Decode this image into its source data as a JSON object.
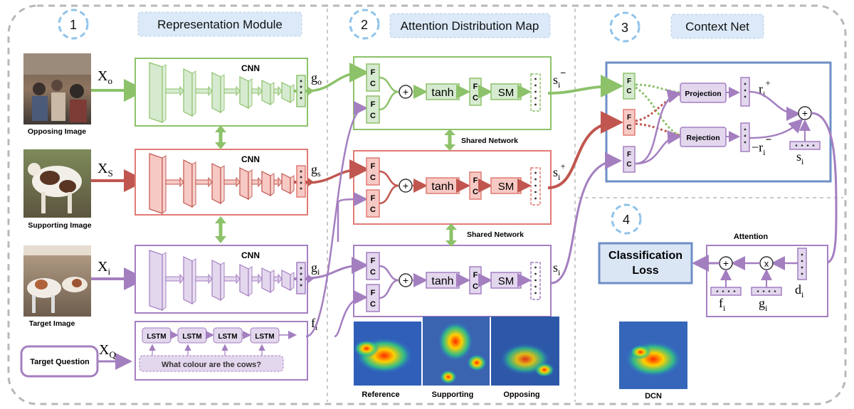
{
  "sections": [
    {
      "number": "1",
      "title": "Representation Module"
    },
    {
      "number": "2",
      "title": "Attention Distribution Map"
    },
    {
      "number": "3",
      "title": "Context Net"
    },
    {
      "number": "4",
      "title": ""
    }
  ],
  "images": {
    "opposing_caption": "Opposing  Image",
    "supporting_caption": "Supporting Image",
    "target_caption": "Target Image"
  },
  "representation": {
    "cnn_label": "CNN",
    "lstm_label": "LSTM",
    "question_label": "Target Question",
    "question_text": "What colour are the cows?"
  },
  "symbols": {
    "x_o_base": "X",
    "x_o_sub": "o",
    "x_s_base": "X",
    "x_s_sub": "S",
    "x_i_base": "X",
    "x_i_sub": "i",
    "x_q_base": "X",
    "x_q_sub": "Q",
    "g_o_base": "g",
    "g_o_sub": "o",
    "g_s_base": "g",
    "g_s_sub": "s",
    "g_i_base": "g",
    "g_i_sub": "i",
    "f_i_base": "f",
    "f_i_sub": "i",
    "s_minus_base": "s",
    "s_minus_sub": "i",
    "s_minus_sup": "−",
    "s_plus_base": "s",
    "s_plus_sub": "i",
    "s_plus_sup": "+",
    "s_i_base": "s",
    "s_i_sub": "i",
    "r_plus_base": "r",
    "r_plus_sub": "i",
    "r_plus_sup": "+",
    "r_minus_base": "−r",
    "r_minus_sub": "i",
    "r_minus_sup": "−",
    "d_i_base": "d",
    "d_i_sub": "i"
  },
  "attention_map": {
    "fc_label": "F C",
    "tanh_label": "tanh",
    "sm_label": "SM",
    "plus_label": "+",
    "shared_network_label": "Shared Network"
  },
  "context_net": {
    "projection_label": "Projection",
    "rejection_label": "Rejection"
  },
  "classification": {
    "attention_label": "Attention",
    "loss_line1": "Classification",
    "loss_line2": "Loss",
    "multiply_label": "x",
    "dcn_caption": "DCN"
  },
  "heatmaps": {
    "reference_caption": "Reference",
    "supporting_caption": "Supporting",
    "opposing_caption": "Opposing"
  },
  "colors": {
    "green": "#8dc26a",
    "green_fill": "#d6ead0",
    "red": "#e07b74",
    "red_fill": "#f7c9c4",
    "purple": "#a47fc0",
    "purple_fill": "#e3d7ee",
    "blue": "#6d8fc7",
    "blue_fill": "#dbe6f5",
    "dashed": "#b8b8b8"
  }
}
